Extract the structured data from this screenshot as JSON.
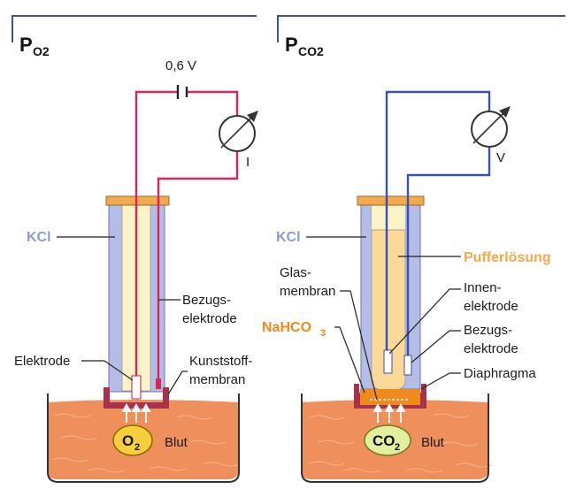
{
  "po2": {
    "title": "P",
    "title_sub": "O2",
    "voltage": "0,6 V",
    "meter": "I",
    "kcl": "KCl",
    "bezugs_1": "Bezugs-",
    "bezugs_2": "elektrode",
    "elektrode": "Elektrode",
    "kunst_1": "Kunststoff-",
    "kunst_2": "membran",
    "gas": "O",
    "gas_sub": "2",
    "blut": "Blut"
  },
  "pco2": {
    "title": "P",
    "title_sub": "CO2",
    "meter": "V",
    "kcl": "KCl",
    "puffer": "Pufferlösung",
    "glas_1": "Glas-",
    "glas_2": "membran",
    "innen_1": "Innen-",
    "innen_2": "elektrode",
    "bezugs_1": "Bezugs-",
    "bezugs_2": "elektrode",
    "nahco3": "NaHCO",
    "nahco3_sub": "3",
    "diaphragma": "Diaphragma",
    "gas": "CO",
    "gas_sub": "2",
    "blut": "Blut"
  },
  "colors": {
    "red_wire": "#d8265a",
    "blue_wire": "#3d4fb0",
    "kcl": "#b4bde6",
    "inner": "#fdf3c8",
    "cap": "#f3a94e",
    "blood": "#ee8f5c",
    "membrane": "#a8324c",
    "o2": "#f6cf3b",
    "co2": "#e2ef9d",
    "nahco3": "#f08a1a"
  }
}
